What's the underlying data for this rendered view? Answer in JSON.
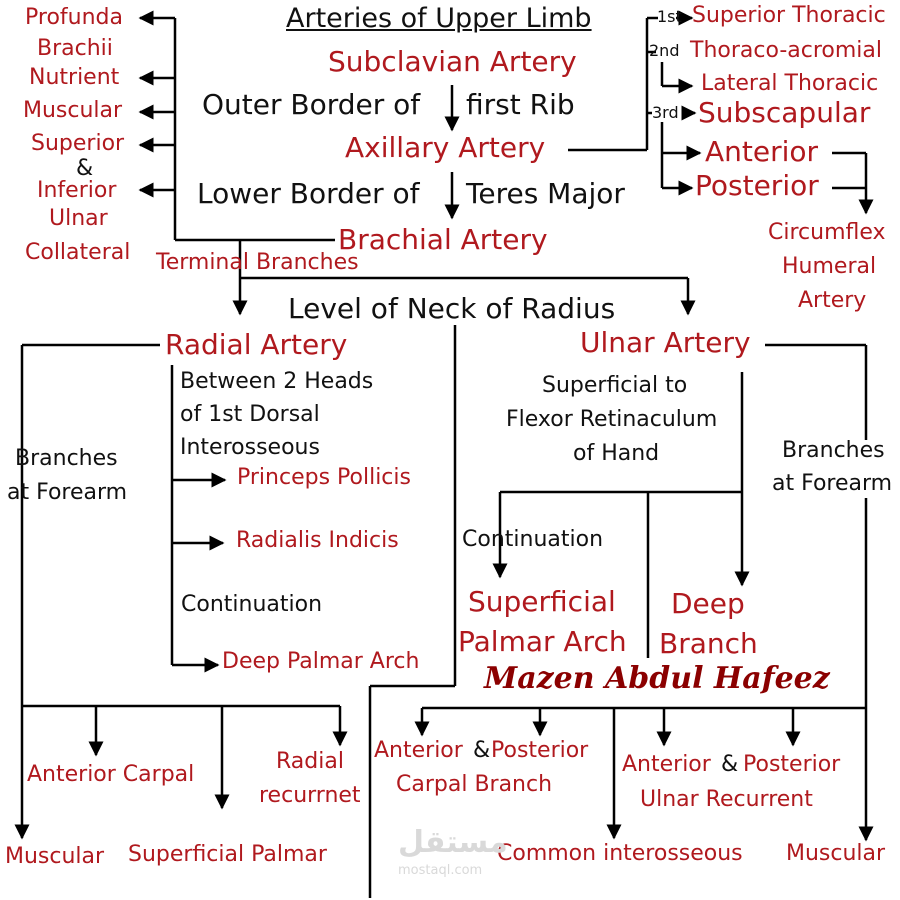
{
  "title": "Arteries of Upper Limb",
  "main_chain": {
    "subclavian": "Subclavian Artery",
    "outer_border_of": "Outer Border of",
    "first_rib": "first Rib",
    "axillary": "Axillary Artery",
    "lower_border_of": "Lower Border of",
    "teres_major": "Teres Major",
    "brachial": "Brachial Artery",
    "terminal_branches": "Terminal Branches",
    "level_neck_radius": "Level of Neck of Radius"
  },
  "brachial_branches": {
    "profunda": "Profunda",
    "brachii": "Brachii",
    "nutrient": "Nutrient",
    "muscular": "Muscular",
    "superior": "Superior",
    "ampersand": "&",
    "inferior": "Inferior",
    "ulnar": "Ulnar",
    "collateral": "Collateral"
  },
  "axillary_branches": {
    "part1_label": "1st",
    "superior_thoracic": "Superior Thoracic",
    "part2_label": "2nd",
    "thoraco_acromial": "Thoraco-acromial",
    "lateral_thoracic": "Lateral Thoracic",
    "part3_label": "3rd",
    "subscapular": "Subscapular",
    "anterior": "Anterior",
    "posterior": "Posterior",
    "circumflex": "Circumflex",
    "humeral": "Humeral",
    "artery": "Artery"
  },
  "radial": {
    "name": "Radial Artery",
    "between_line1": "Between 2 Heads",
    "between_line2": "of 1st Dorsal",
    "between_line3": "Interosseous",
    "princeps_pollicis": "Princeps Pollicis",
    "radialis_indicis": "Radialis Indicis",
    "continuation": "Continuation",
    "deep_palmar_arch": "Deep Palmar Arch",
    "branches_line1": "Branches",
    "branches_line2": "at Forearm",
    "anterior_carpal": "Anterior Carpal",
    "radial_recurrent_1": "Radial",
    "radial_recurrent_2": "recurrnet",
    "muscular": "Muscular",
    "superficial_palmar": "Superficial Palmar"
  },
  "ulnar": {
    "name": "Ulnar Artery",
    "superficial_line1": "Superficial to",
    "superficial_line2": "Flexor Retinaculum",
    "superficial_line3": "of Hand",
    "continuation": "Continuation",
    "superficial_palmar_arch_1": "Superficial",
    "superficial_palmar_arch_2": "Palmar Arch",
    "deep_branch_1": "Deep",
    "deep_branch_2": "Branch",
    "branches_line1": "Branches",
    "branches_line2": "at Forearm",
    "anterior": "Anterior",
    "amp": "&",
    "posterior": "Posterior",
    "carpal_branch": "Carpal Branch",
    "anterior2": "Anterior",
    "amp2": "&",
    "posterior2": "Posterior",
    "ulnar_recurrent": "Ulnar Recurrent",
    "common_interosseous": "Common interosseous",
    "muscular": "Muscular"
  },
  "signature": "Mazen Abdul Hafeez",
  "watermark": {
    "arabic": "مستقل",
    "site": "mostaql.com"
  },
  "colors": {
    "red_text": "#b0191e",
    "black_text": "#111111",
    "signature": "#8b0000",
    "lines": "#000000"
  }
}
